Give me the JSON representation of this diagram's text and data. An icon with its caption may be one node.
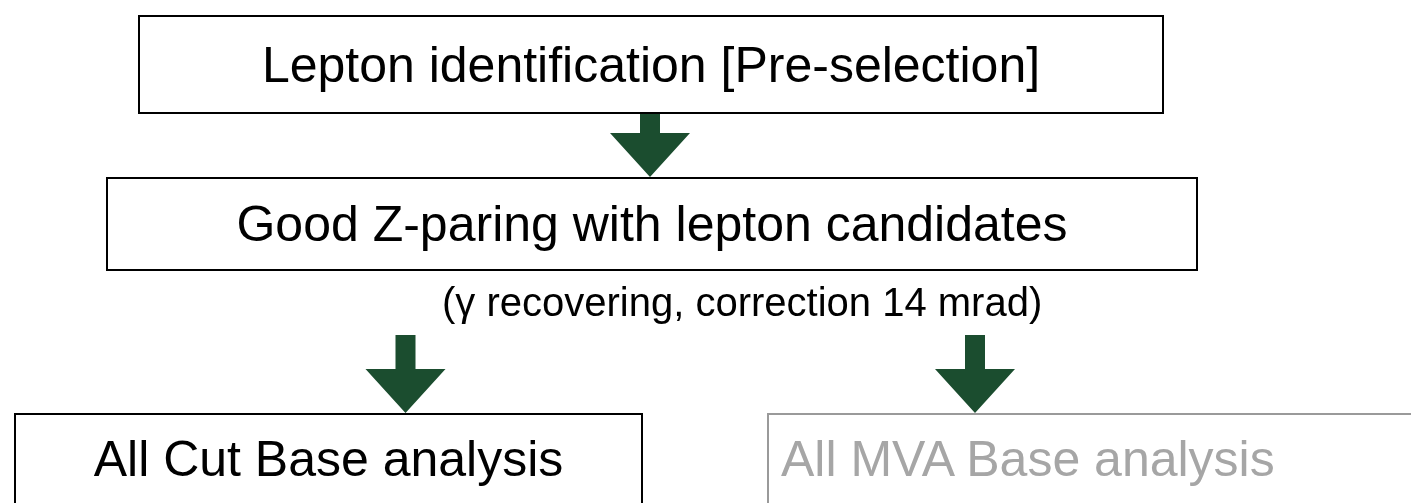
{
  "diagram": {
    "nodes": [
      {
        "text": [
          "Lepton identification [Pre-selection]"
        ]
      },
      {
        "text": [
          "Good Z-paring with lepton candidates"
        ],
        "beside": [
          "(γ recovering, correction 14 mrad)"
        ]
      },
      {
        "text": [
          "All Cut Base analysis"
        ]
      },
      {
        "text": [
          "All MVA Base analysis"
        ]
      }
    ],
    "edges": [
      {
        "from": 0,
        "to": 1,
        "arrow": "to"
      },
      {
        "from": 1,
        "to": 2,
        "arrow": "to"
      },
      {
        "from": 1,
        "to": 3,
        "arrow": "to"
      }
    ]
  }
}
